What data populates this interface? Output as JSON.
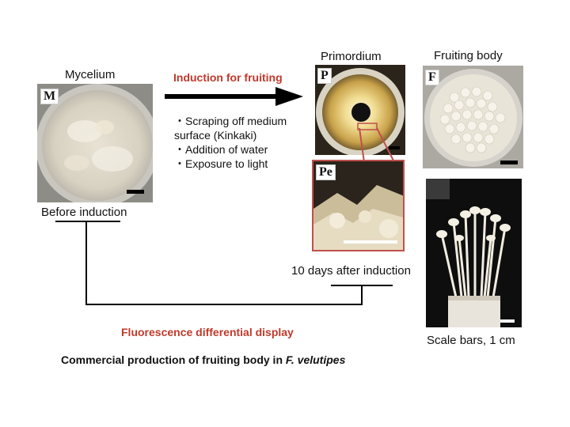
{
  "labels": {
    "mycelium": "Mycelium",
    "primordium": "Primordium",
    "fruiting_body": "Fruiting body",
    "induction": "Induction for fruiting",
    "before_induction": "Before induction",
    "days_after": "10 days after induction",
    "fdd": "Fluorescence differential display",
    "scale": "Scale bars, 1 cm",
    "caption_main": "Commercial production of fruiting body in ",
    "caption_species": "F. velutipes"
  },
  "steps": [
    "Scraping off medium surface (Kinkaki)",
    "Addition of water",
    "Exposure to light"
  ],
  "panels": {
    "m": "M",
    "p": "P",
    "f": "F",
    "pe": "Pe"
  },
  "colors": {
    "accent_red": "#c0392b",
    "inset_border": "#c0504d"
  }
}
